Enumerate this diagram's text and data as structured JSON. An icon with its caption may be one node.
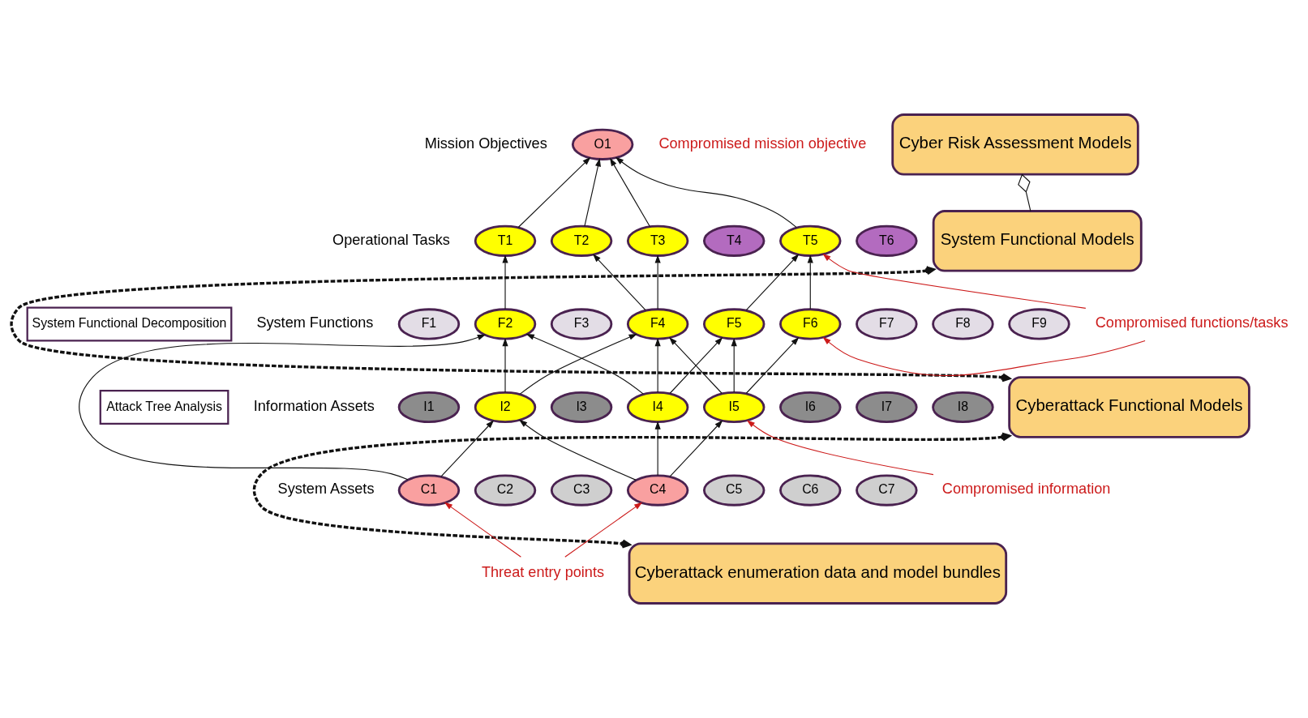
{
  "diagram": {
    "nodes": [
      {
        "text": [
          "Cyber Risk Assessment Models"
        ]
      },
      {
        "text": [
          "O1"
        ]
      },
      {
        "text": [
          "System Functional Models"
        ]
      },
      {
        "text": [
          "T1"
        ]
      },
      {
        "text": [
          "T2"
        ]
      },
      {
        "text": [
          "T3"
        ]
      },
      {
        "text": [
          "T4"
        ]
      },
      {
        "text": [
          "T5"
        ]
      },
      {
        "text": [
          "T6"
        ]
      },
      {
        "text": [
          "System Functional Decomposition"
        ]
      },
      {
        "text": [
          "Attack Tree Analysis"
        ]
      },
      {
        "text": [
          "Compromised functions/tasks"
        ]
      },
      {
        "text": [
          "F1"
        ]
      },
      {
        "text": [
          "F2"
        ]
      },
      {
        "text": [
          "F3"
        ]
      },
      {
        "text": [
          "F4"
        ]
      },
      {
        "text": [
          "F5"
        ]
      },
      {
        "text": [
          "F6"
        ]
      },
      {
        "text": [
          "F7"
        ]
      },
      {
        "text": [
          "F8"
        ]
      },
      {
        "text": [
          "F9"
        ]
      },
      {
        "text": [
          "I1"
        ]
      },
      {
        "text": [
          "I2"
        ]
      },
      {
        "text": [
          "I3"
        ]
      },
      {
        "text": [
          "I4"
        ]
      },
      {
        "text": [
          "I5"
        ]
      },
      {
        "text": [
          "I6"
        ]
      },
      {
        "text": [
          "I7"
        ]
      },
      {
        "text": [
          "I8"
        ]
      },
      {
        "text": [
          "Cyberattack Functional Models"
        ]
      },
      {
        "text": [
          "Compromised information"
        ]
      },
      {
        "text": [
          "C1"
        ]
      },
      {
        "text": [
          "C2"
        ]
      },
      {
        "text": [
          "C3"
        ]
      },
      {
        "text": [
          "C4"
        ]
      },
      {
        "text": [
          "C5"
        ]
      },
      {
        "text": [
          "C6"
        ]
      },
      {
        "text": [
          "C7"
        ]
      },
      {
        "text": [
          "Threat entry points"
        ]
      },
      {
        "text": [
          "Cyberattack enumeration data and model bundles"
        ]
      }
    ],
    "edges": [
      {
        "from": 3,
        "to": 1,
        "arrow": "to"
      },
      {
        "from": 4,
        "to": 1,
        "arrow": "to"
      },
      {
        "from": 5,
        "to": 1,
        "arrow": "to"
      },
      {
        "from": 7,
        "to": 1,
        "arrow": "to"
      },
      {
        "from": 13,
        "to": 3,
        "arrow": "to"
      },
      {
        "from": 15,
        "to": 4,
        "arrow": "to"
      },
      {
        "from": 15,
        "to": 5,
        "arrow": "to"
      },
      {
        "from": 16,
        "to": 7,
        "arrow": "to"
      },
      {
        "from": 17,
        "to": 7,
        "arrow": "to"
      },
      {
        "from": 22,
        "to": 13,
        "arrow": "to"
      },
      {
        "from": 31,
        "to": 13,
        "arrow": "to"
      },
      {
        "from": 24,
        "to": 13,
        "arrow": "to"
      },
      {
        "from": 22,
        "to": 15,
        "arrow": "to"
      },
      {
        "from": 24,
        "to": 15,
        "arrow": "to"
      },
      {
        "from": 25,
        "to": 15,
        "arrow": "to"
      },
      {
        "from": 24,
        "to": 16,
        "arrow": "to"
      },
      {
        "from": 25,
        "to": 16,
        "arrow": "to"
      },
      {
        "from": 25,
        "to": 17,
        "arrow": "to"
      },
      {
        "from": 31,
        "to": 22,
        "arrow": "to"
      },
      {
        "from": 34,
        "to": 22,
        "arrow": "to"
      },
      {
        "from": 34,
        "to": 24,
        "arrow": "to"
      },
      {
        "from": 34,
        "to": 25,
        "arrow": "to"
      },
      {
        "from": 11,
        "to": 7,
        "arrow": "to",
        "color": "#cc1a1a"
      },
      {
        "from": 11,
        "to": 17,
        "arrow": "to",
        "color": "#cc1a1a"
      },
      {
        "from": 30,
        "to": 25,
        "arrow": "to",
        "color": "#cc1a1a"
      },
      {
        "from": 38,
        "to": 31,
        "arrow": "to",
        "color": "#cc1a1a"
      },
      {
        "from": 38,
        "to": 34,
        "arrow": "to",
        "color": "#cc1a1a"
      },
      {
        "from": 0,
        "to": 2,
        "arrow": "other"
      },
      {
        "from": 2,
        "to": 29,
        "arrow": "both",
        "style": "dashed"
      },
      {
        "from": 29,
        "to": 39,
        "arrow": "both",
        "style": "dashed"
      }
    ],
    "labels": [
      "Mission Objectives",
      "Compromised mission objective",
      "Operational Tasks",
      "System Functions",
      "Information Assets",
      "System Assets"
    ]
  }
}
